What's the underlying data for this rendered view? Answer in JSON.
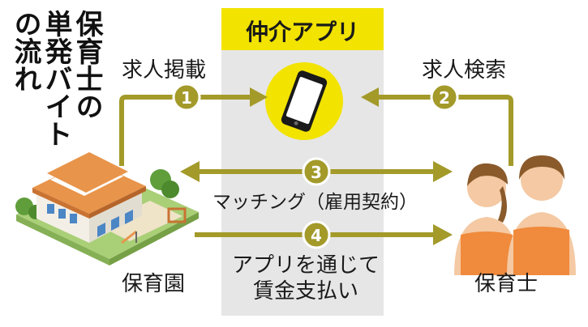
{
  "title": {
    "line1": "保育士の",
    "line2": "単発バイト",
    "line3": "の流れ"
  },
  "app_header": "仲介アプリ",
  "steps": [
    {
      "number": "1",
      "label": "求人掲載"
    },
    {
      "number": "2",
      "label": "求人検索"
    },
    {
      "number": "3",
      "label": "マッチング（雇用契約）"
    },
    {
      "number": "4",
      "label_line1": "アプリを通じて",
      "label_line2": "賃金支払い"
    }
  ],
  "nodes": {
    "nursery": "保育園",
    "childcare_worker": "保育士"
  },
  "icons": {
    "app": "smartphone-icon",
    "nursery": "nursery-building-illustration",
    "workers": "childcare-workers-illustration"
  },
  "colors": {
    "arrow": "#a39a2a",
    "header": "#f2e300",
    "center_band": "#e6e6e6",
    "phone_circle": "#f2e300",
    "apron": "#f08a3c"
  }
}
